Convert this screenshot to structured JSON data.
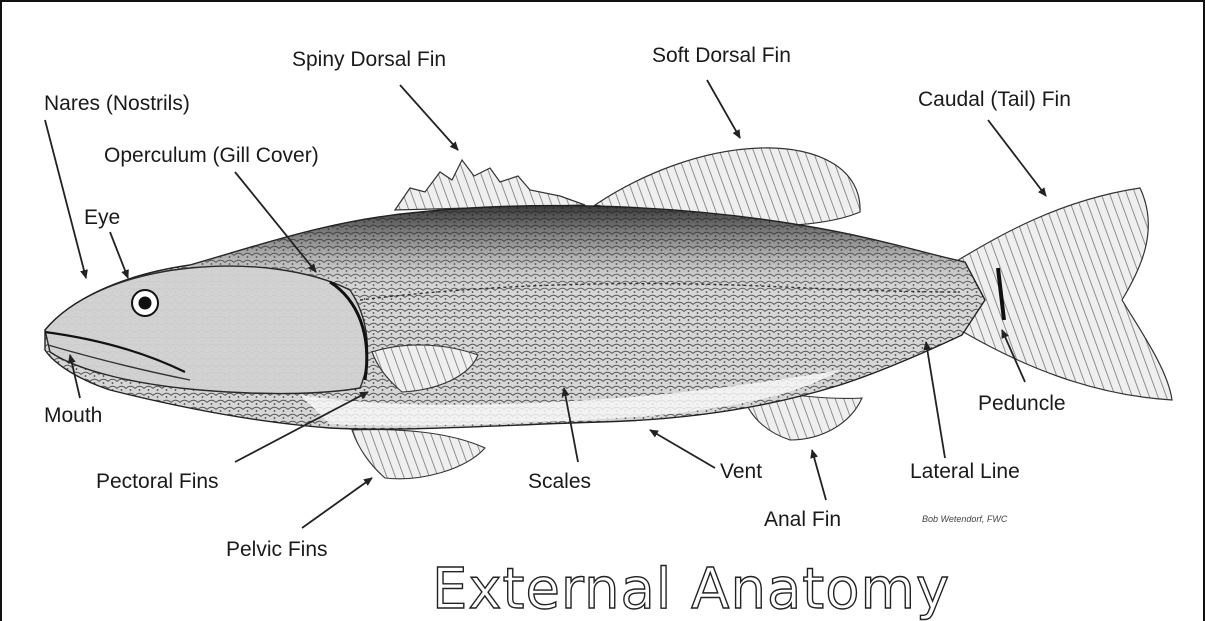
{
  "title": "External Anatomy",
  "credit": "Bob Wetendorf, FWC",
  "labels": {
    "nares": "Nares (Nostrils)",
    "operculum": "Operculum (Gill Cover)",
    "eye": "Eye",
    "spiny_dorsal": "Spiny Dorsal Fin",
    "soft_dorsal": "Soft Dorsal Fin",
    "caudal": "Caudal (Tail) Fin",
    "mouth": "Mouth",
    "pectoral": "Pectoral Fins",
    "pelvic": "Pelvic Fins",
    "scales": "Scales",
    "vent": "Vent",
    "anal": "Anal Fin",
    "lateral_line": "Lateral Line",
    "peduncle": "Peduncle"
  },
  "colors": {
    "line": "#222222",
    "fish_light": "#e8e8e8",
    "fish_dark": "#2a2a2a"
  }
}
